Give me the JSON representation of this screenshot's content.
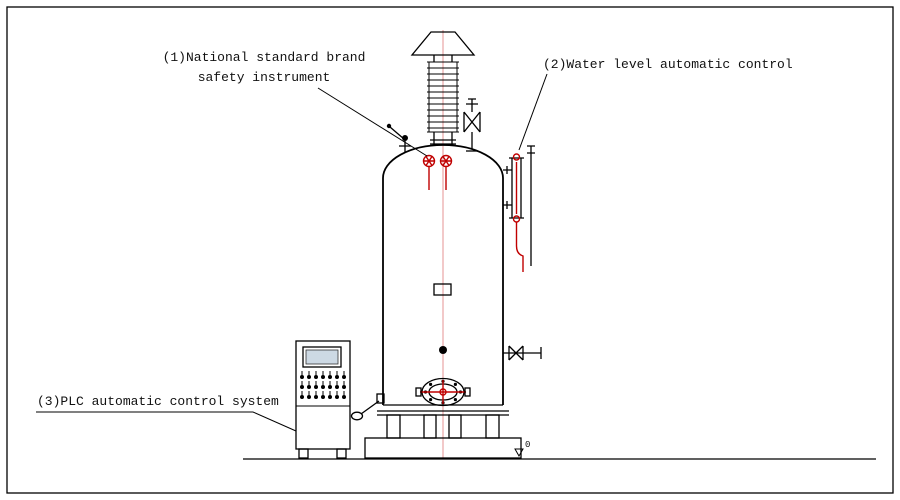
{
  "annotations": {
    "label1_line1": "(1)National standard brand",
    "label1_line2": "safety instrument",
    "label2": "(2)Water level automatic control",
    "label3": "(3)PLC automatic control system",
    "datum": "0"
  },
  "colors": {
    "line": "#000000",
    "accent_red": "#c00000",
    "centerline_pink": "#e59393",
    "screen_fill": "#cdd9e4",
    "background": "#ffffff"
  },
  "components": [
    "chimney-rain-cap",
    "finned-flue-stack",
    "safety-valve",
    "main-steam-valve",
    "steam-handwheel-valves",
    "water-level-gauge",
    "boiler-shell",
    "sight-glass",
    "blowdown-valve",
    "manhole",
    "support-feet",
    "foundation",
    "plc-control-cabinet",
    "burner-handle"
  ]
}
